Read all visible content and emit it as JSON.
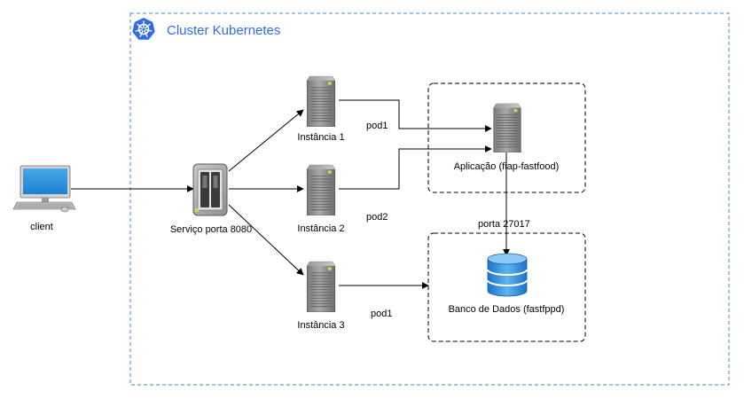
{
  "cluster": {
    "title": "Cluster Kubernetes",
    "icon": "kubernetes-icon",
    "accent_color": "#326ce5",
    "border_color": "#4a86c8"
  },
  "nodes": {
    "client": {
      "label": "client",
      "icon": "desktop-computer-icon"
    },
    "service": {
      "label": "Serviço porta 8080",
      "icon": "nas-storage-icon"
    },
    "instance1": {
      "label": "Instância 1",
      "icon": "server-tower-icon"
    },
    "instance2": {
      "label": "Instância 2",
      "icon": "server-tower-icon"
    },
    "instance3": {
      "label": "Instância 3",
      "icon": "server-tower-icon"
    },
    "app": {
      "label": "Aplicação (fiap-fastfood)",
      "icon": "server-tower-icon"
    },
    "database": {
      "label": "Banco de Dados (fastfppd)",
      "icon": "database-icon",
      "color": "#2f8fd8"
    }
  },
  "edge_labels": {
    "pod_top": "pod1",
    "pod_middle": "pod2",
    "pod_bottom": "pod1",
    "db_port": "porta 27017"
  }
}
